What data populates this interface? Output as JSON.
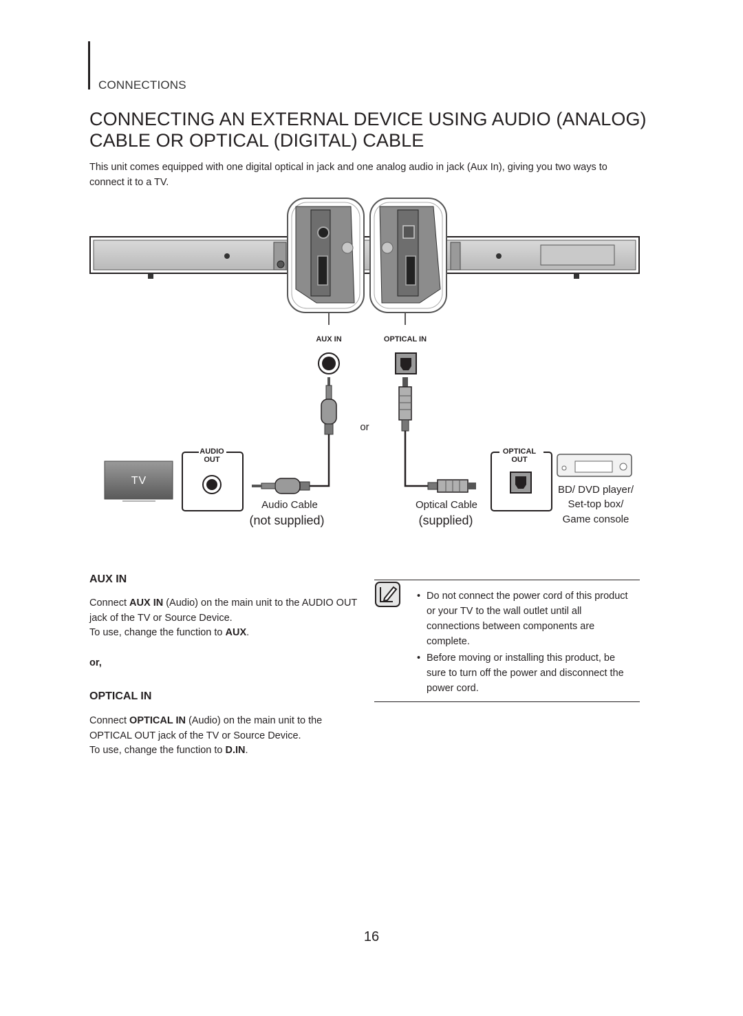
{
  "header": {
    "section": "CONNECTIONS",
    "title_line1": "CONNECTING AN EXTERNAL DEVICE USING AUDIO (ANALOG)",
    "title_line2": "CABLE OR OPTICAL (DIGITAL) CABLE",
    "intro": "This unit comes equipped with one digital optical in jack and one analog audio in jack (Aux In), giving you two ways to connect it to a TV."
  },
  "diagram": {
    "aux_in_label": "AUX IN",
    "optical_in_label": "OPTICAL IN",
    "or_label": "or",
    "audio_out_line1": "AUDIO",
    "audio_out_line2": "OUT",
    "optical_out_line1": "OPTICAL",
    "optical_out_line2": "OUT",
    "tv_label": "TV",
    "audio_cable": "Audio Cable",
    "audio_cable_note": "(not supplied)",
    "optical_cable": "Optical Cable",
    "optical_cable_note": "(supplied)",
    "device_line1": "BD/ DVD player/",
    "device_line2": "Set-top box/",
    "device_line3": "Game console"
  },
  "aux_section": {
    "heading": "AUX IN",
    "p1_pre": "Connect ",
    "p1_bold": "AUX IN",
    "p1_post": " (Audio) on the main unit to the AUDIO OUT jack of the TV or Source Device.",
    "p2_pre": "To use, change the function to ",
    "p2_bold": "AUX",
    "p2_post": "."
  },
  "or_text": "or,",
  "optical_section": {
    "heading": "OPTICAL IN",
    "p1_pre": "Connect ",
    "p1_bold": "OPTICAL IN",
    "p1_post": " (Audio) on the main unit to the OPTICAL OUT jack of the TV or Source Device.",
    "p2_pre": "To use, change the function to ",
    "p2_bold": "D.IN",
    "p2_post": "."
  },
  "notes": [
    "Do not connect the power cord of this product or your TV to the wall outlet until all connections between components are complete.",
    "Before moving or installing this product, be sure to turn off the power and disconnect the power cord."
  ],
  "page_number": "16"
}
